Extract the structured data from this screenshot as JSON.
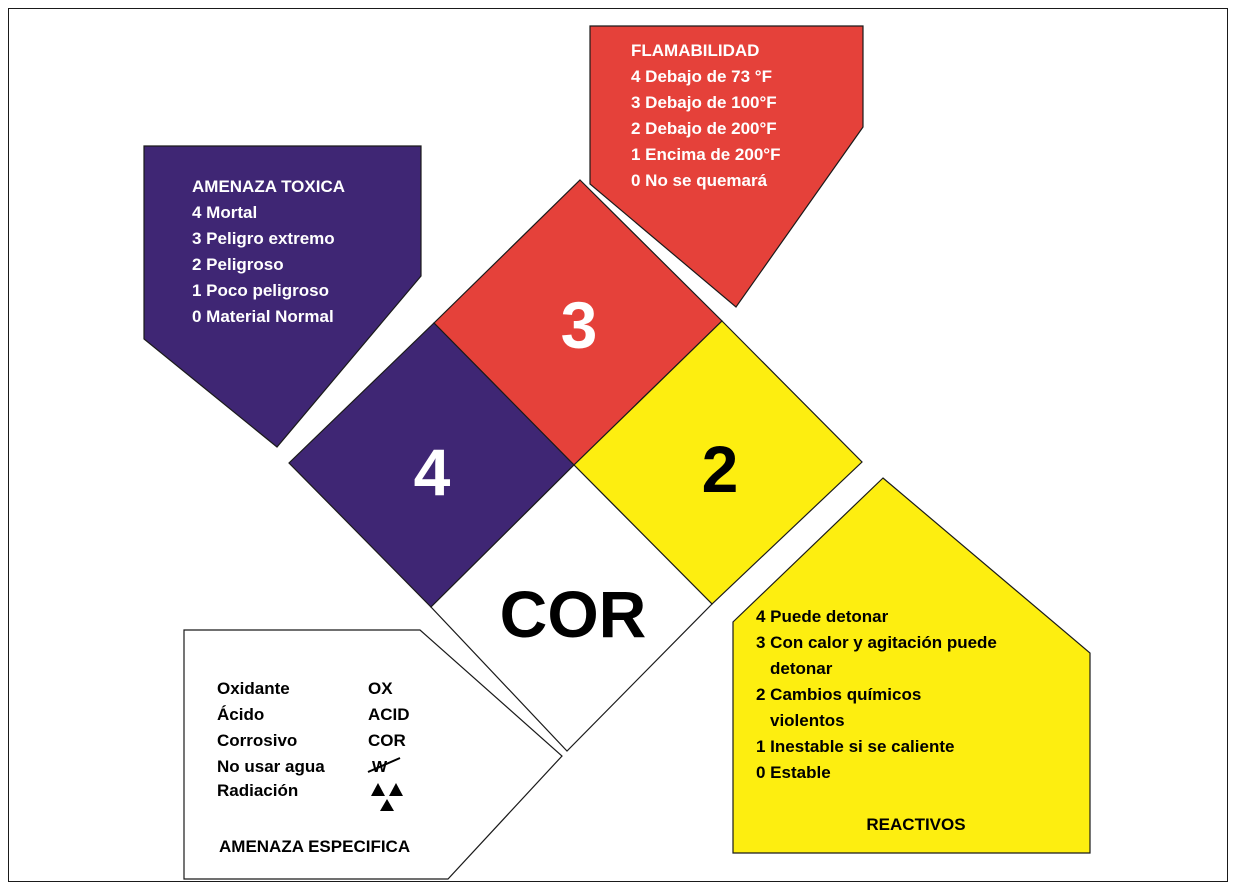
{
  "colors": {
    "health": "#3f2674",
    "flammability": "#e5413a",
    "reactivity": "#fdee10",
    "special": "#ffffff",
    "outline": "#1a1a1a"
  },
  "diamond": {
    "health_value": "4",
    "flammability_value": "3",
    "reactivity_value": "2",
    "special_value": "COR"
  },
  "flammability_panel": {
    "title": "FLAMABILIDAD",
    "items": [
      "4 Debajo de 73 °F",
      "3 Debajo de 100°F",
      "2 Debajo de 200°F",
      "1 Encima de 200°F",
      "0 No se quemará"
    ]
  },
  "health_panel": {
    "title": "AMENAZA TOXICA",
    "items": [
      "4 Mortal",
      "3 Peligro extremo",
      "2 Peligroso",
      "1 Poco peligroso",
      "0 Material Normal"
    ]
  },
  "reactivity_panel": {
    "items": [
      "4 Puede detonar",
      "3 Con calor y agitación puede",
      "detonar",
      "2 Cambios químicos",
      "violentos",
      "1 Inestable si se caliente",
      "0 Estable"
    ],
    "title": "REACTIVOS"
  },
  "special_panel": {
    "rows": [
      {
        "label": "Oxidante",
        "code": "OX"
      },
      {
        "label": "Ácido",
        "code": "ACID"
      },
      {
        "label": "Corrosivo",
        "code": "COR"
      },
      {
        "label": "No usar agua",
        "code": "W"
      },
      {
        "label": "Radiación",
        "code": "",
        "icon": "radiation-icon"
      }
    ],
    "title": "AMENAZA ESPECIFICA"
  }
}
